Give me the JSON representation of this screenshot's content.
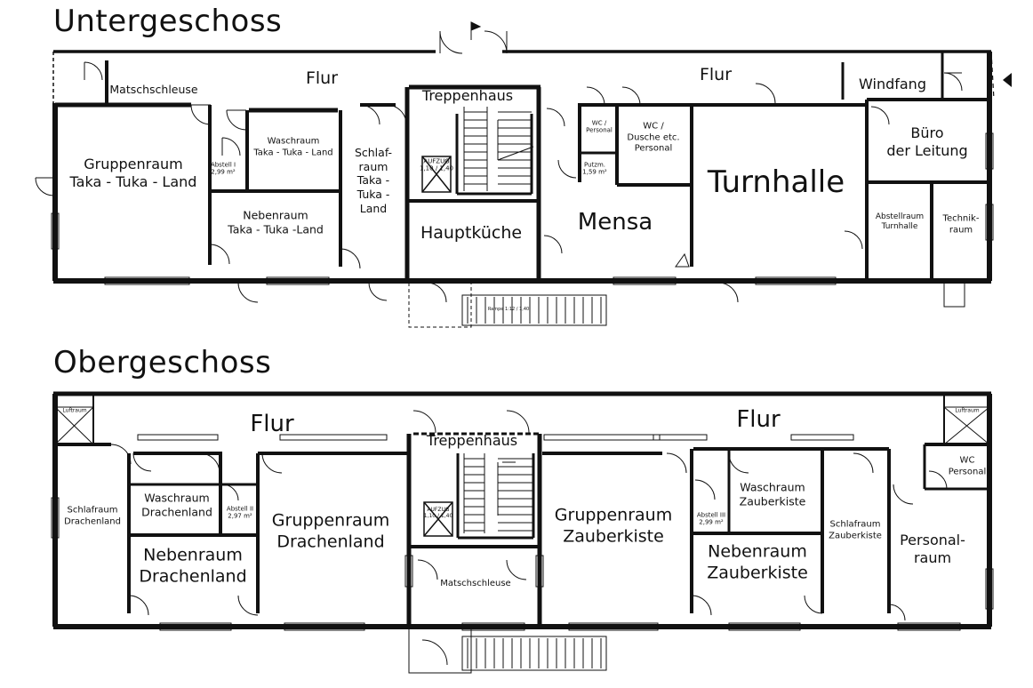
{
  "floors": {
    "ug": {
      "title": "Untergeschoss",
      "rooms": {
        "matschschleuse": "Matschschleuse",
        "flur_left": "Flur",
        "flur_right": "Flur",
        "treppenhaus": "Treppenhaus",
        "windfang": "Windfang",
        "gruppenraum": "Gruppenraum\nTaka - Tuka - Land",
        "abstell": "Abstell I\n2,99 m²",
        "waschraum": "Waschraum\nTaka - Tuka - Land",
        "nebenraum": "Nebenraum\nTaka - Tuka -Land",
        "schlafraum": "Schlaf-\nraum\nTaka -\nTuka -\nLand",
        "aufzug": "AUFZUG\n1,10 / 1,40",
        "hauptkueche": "Hauptküche",
        "wc_personal": "WC /\nPersonal",
        "putzmittel": "Putzm.\n1,59 m²",
        "wc_dusche": "WC /\nDusche etc.\nPersonal",
        "mensa": "Mensa",
        "turnhalle": "Turnhalle",
        "buero": "Büro\nder Leitung",
        "abstellraum_turnhalle": "Abstellraum\nTurnhalle",
        "technikraum": "Technik-\nraum",
        "rampe": "Rampe 1:12 / 1,40"
      }
    },
    "og": {
      "title": "Obergeschoss",
      "rooms": {
        "luftraum_left": "Luftraum",
        "luftraum_right": "Luftraum",
        "flur_left": "Flur",
        "flur_right": "Flur",
        "treppenhaus": "Treppenhaus",
        "schlafraum_dl": "Schlafraum\nDrachenland",
        "waschraum_dl": "Waschraum\nDrachenland",
        "abstell_ii": "Abstell II\n2,97 m²",
        "nebenraum_dl": "Nebenraum\nDrachenland",
        "gruppenraum_dl": "Gruppenraum\nDrachenland",
        "aufzug": "AUFZUG\n1,10 / 1,40",
        "matschschleuse": "Matschschleuse",
        "gruppenraum_zk": "Gruppenraum\nZauberkiste",
        "abstell_iii": "Abstell III\n2,99 m²",
        "waschraum_zk": "Waschraum\nZauberkiste",
        "nebenraum_zk": "Nebenraum\nZauberkiste",
        "schlafraum_zk": "Schlafraum\nZauberkiste",
        "wc_personal": "WC\nPersonal",
        "personalraum": "Personal-\nraum"
      }
    }
  }
}
